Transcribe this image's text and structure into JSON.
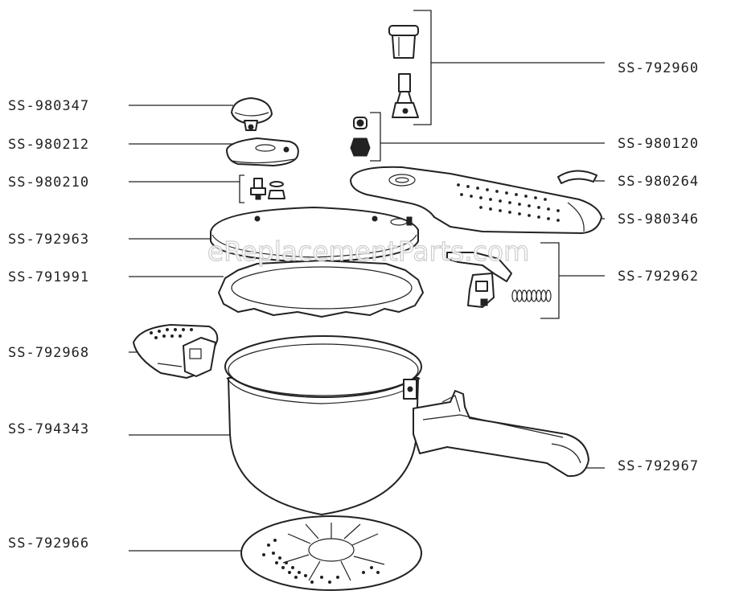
{
  "watermark": "eReplacementParts.com",
  "labels": {
    "ss_980347": "SS-980347",
    "ss_980212": "SS-980212",
    "ss_980210": "SS-980210",
    "ss_792963": "SS-792963",
    "ss_791991": "SS-791991",
    "ss_792968": "SS-792968",
    "ss_794343": "SS-794343",
    "ss_792966": "SS-792966",
    "ss_792960": "SS-792960",
    "ss_980120": "SS-980120",
    "ss_980264": "SS-980264",
    "ss_980346": "SS-980346",
    "ss_792962": "SS-792962",
    "ss_792967": "SS-792967"
  }
}
